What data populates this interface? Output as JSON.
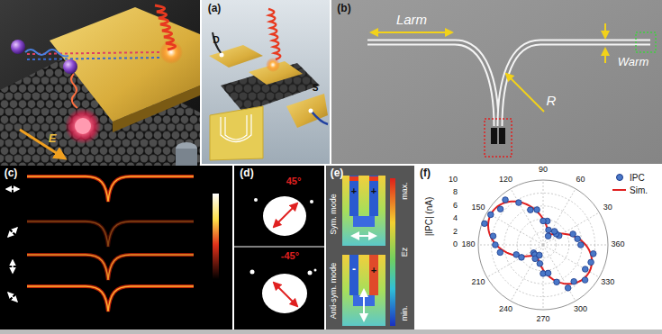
{
  "diagram": {
    "labels": [
      "(a)",
      "D",
      "S",
      "(b)",
      "Larm",
      "Warm",
      "R",
      "E",
      "(c)",
      "(d)",
      "45°",
      "-45°",
      "(e)",
      "Sym. mode",
      "+",
      "+",
      "Anti-sym. mode",
      "-",
      "+",
      "max.",
      "Ez",
      "min.",
      "(f)",
      "|IPC| (nA)",
      "10",
      "8",
      "6",
      "4",
      "2",
      "0",
      "90",
      "60",
      "30",
      "360",
      "330",
      "300",
      "270",
      "240",
      "210",
      "180",
      "150",
      "120"
    ],
    "legend": [
      {
        "text": "IPC"
      },
      {
        "text": "Sim."
      }
    ]
  }
}
